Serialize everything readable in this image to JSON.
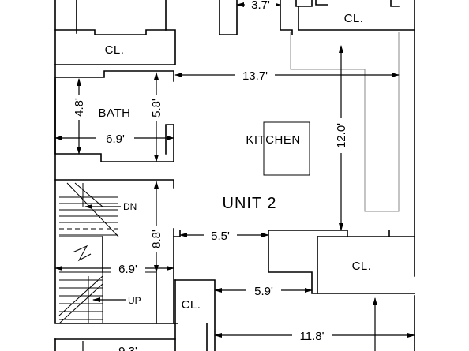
{
  "rooms": {
    "closet_top_left": "CL.",
    "closet_top_right": "CL.",
    "bath": "BATH",
    "kitchen": "KITCHEN",
    "unit": "UNIT 2",
    "closet_right": "CL.",
    "closet_bottom": "CL.",
    "stair_down": "DN",
    "stair_up": "UP"
  },
  "dimensions": {
    "top_partial": "3.7'",
    "kitchen_width": "13.7'",
    "kitchen_depth": "12.0'",
    "bath_depth_left": "4.8'",
    "bath_depth_right": "5.8'",
    "bath_width": "6.9'",
    "hall_width": "5.5'",
    "hall_depth": "8.8'",
    "stair_width": "6.9'",
    "lower_hall": "5.9'",
    "lower_width": "11.8'",
    "bottom_partial": "9.3'"
  }
}
